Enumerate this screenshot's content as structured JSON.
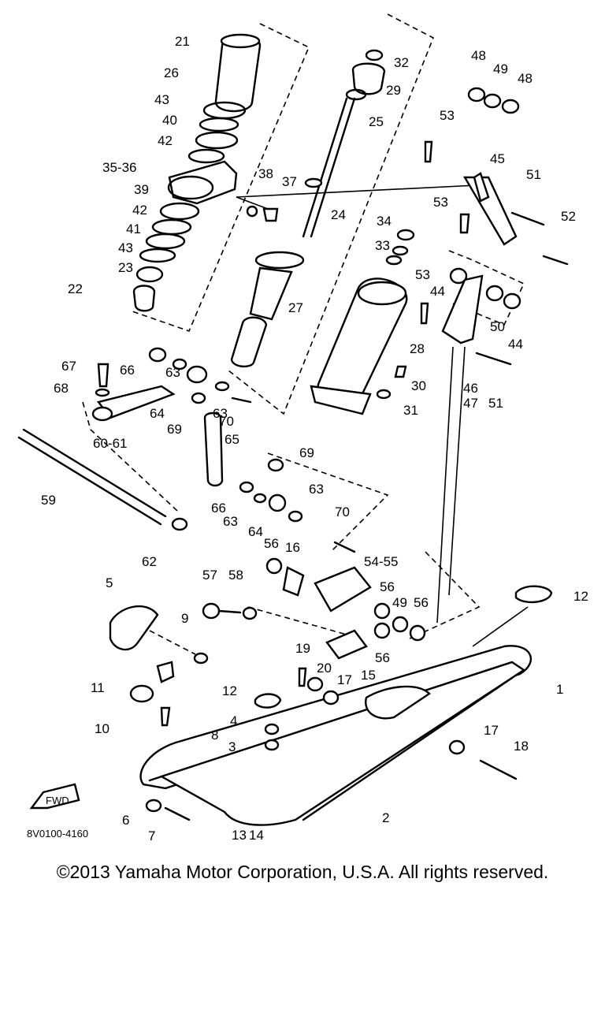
{
  "diagram": {
    "drawing_code": "8V0100-4160",
    "arrow_label": "FWD",
    "labels": [
      "21",
      "26",
      "43",
      "40",
      "42",
      "35-36",
      "39",
      "42",
      "41",
      "43",
      "23",
      "22",
      "38",
      "37",
      "24",
      "27",
      "32",
      "29",
      "25",
      "34",
      "33",
      "28",
      "30",
      "31",
      "48",
      "49",
      "48",
      "53",
      "45",
      "51",
      "52",
      "53",
      "53",
      "44",
      "50",
      "44",
      "46",
      "47",
      "51",
      "67",
      "66",
      "63",
      "68",
      "64",
      "63",
      "69",
      "70",
      "60-61",
      "65",
      "59",
      "69",
      "66",
      "63",
      "63",
      "64",
      "62",
      "70",
      "56",
      "16",
      "57",
      "58",
      "54-55",
      "56",
      "49",
      "56",
      "5",
      "9",
      "12",
      "19",
      "56",
      "11",
      "20",
      "17",
      "15",
      "1",
      "10",
      "8",
      "12",
      "4",
      "17",
      "3",
      "18",
      "6",
      "7",
      "2",
      "13",
      "14"
    ]
  },
  "copyright": "©2013 Yamaha Motor Corporation, U.S.A. All rights reserved."
}
